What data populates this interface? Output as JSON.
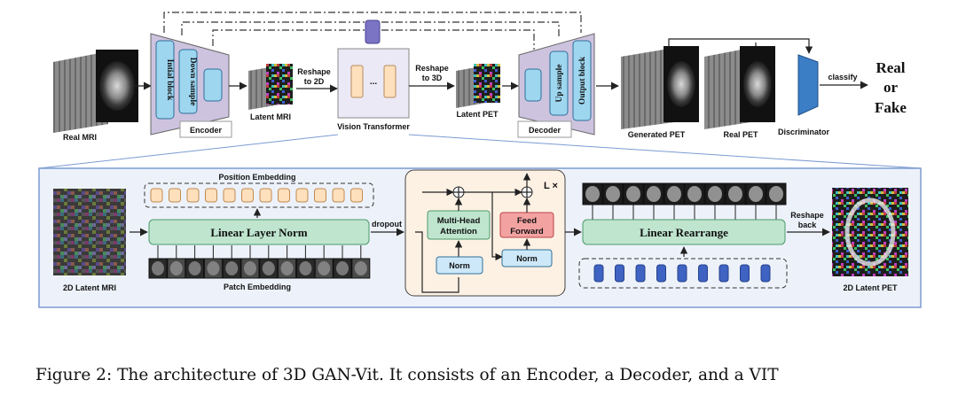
{
  "top": {
    "real_mri": "Real MRI",
    "initial_block": "Intial block",
    "down_sample": "Down sample",
    "encoder": "Encoder",
    "reshape_2d_line1": "Reshape",
    "reshape_2d_line2": "to 2D",
    "latent_mri": "Latent MRI",
    "ellipsis": "...",
    "vision_transformer": "Vision Transformer",
    "reshape_3d_line1": "Reshape",
    "reshape_3d_line2": "to 3D",
    "latent_pet": "Latent PET",
    "up_sample": "Up sample",
    "output_block": "Output block",
    "decoder": "Decoder",
    "generated_pet": "Generated PET",
    "real_pet": "Real PET",
    "discriminator": "Discriminator",
    "classify": "classify",
    "real": "Real",
    "or": "or",
    "fake": "Fake"
  },
  "bottom": {
    "latent_mri_2d": "2D Latent MRI",
    "position_embedding": "Position Embedding",
    "linear_layer_norm": "Linear Layer Norm",
    "patch_embedding": "Patch Embedding",
    "dropout": "dropout",
    "multi_head_line1": "Multi-Head",
    "multi_head_line2": "Attention",
    "norm_attention": "Norm",
    "feed_line1": "Feed",
    "feed_line2": "Forward",
    "norm_ffn": "Norm",
    "repeat": "L ×",
    "linear_rearrange": "Linear Rearrange",
    "reshape_back_line1": "Reshape",
    "reshape_back_line2": "back",
    "latent_pet_2d": "2D Latent PET"
  },
  "caption": "Figure 2: The architecture of 3D GAN-Vit. It consists of an Encoder, a Decoder, and a VIT",
  "colors": {
    "encoder_fill": "#cdc3df",
    "block_fill": "#9ed6ef",
    "block_stroke": "#2f6f9a",
    "token_fill": "#ffe0bd",
    "transformer_fill": "#ece9f6",
    "panel_fill": "#edf2fa",
    "panel_stroke": "#7c9bd2",
    "green_fill": "#bfe5cf",
    "green_stroke": "#4a9a6a",
    "encoder_bg": "#fdf1e4",
    "feed_forward_fill": "#f3a2a2",
    "token_blue": "#3f63c2",
    "discriminator_fill": "#3b7ec6",
    "skip_node": "#7b74c4"
  }
}
